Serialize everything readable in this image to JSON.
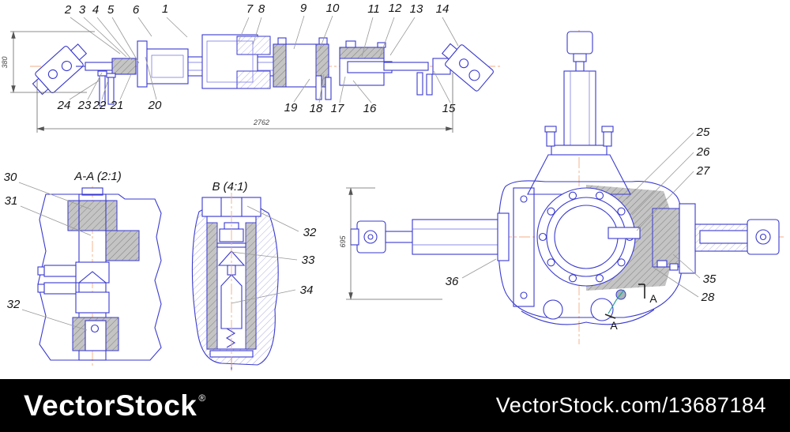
{
  "drawing": {
    "top_view": {
      "callouts_top": [
        "2",
        "3",
        "4",
        "5",
        "6",
        "1",
        "7",
        "8",
        "9",
        "10",
        "11",
        "12",
        "13",
        "14"
      ],
      "callouts_bottom": [
        "24",
        "23",
        "22",
        "21",
        "20",
        "19",
        "18",
        "17",
        "16",
        "15"
      ],
      "dim_length": "2762",
      "dim_height": "380"
    },
    "section_aa": {
      "title": "A-A (2:1)",
      "callouts": [
        "30",
        "31",
        "32"
      ]
    },
    "detail_b": {
      "title": "B (4:1)",
      "callouts": [
        "32",
        "33",
        "34"
      ]
    },
    "front_view": {
      "callouts": [
        "25",
        "26",
        "27",
        "35",
        "28",
        "36"
      ],
      "dim_height": "695",
      "cut_label": "A"
    }
  },
  "watermark_bar": {
    "brand": "VectorStock",
    "registered_mark": "®",
    "site_ref": "VectorStock.com/13687184"
  },
  "colors": {
    "line_blue": "#3a3ad0",
    "centerline_orange": "#f2ae85",
    "hatch_gray": "#c4c4c4",
    "leader_gray": "#999999",
    "teal_accent": "#2aa198",
    "bar_background": "#000000",
    "bar_text": "#ffffff"
  }
}
